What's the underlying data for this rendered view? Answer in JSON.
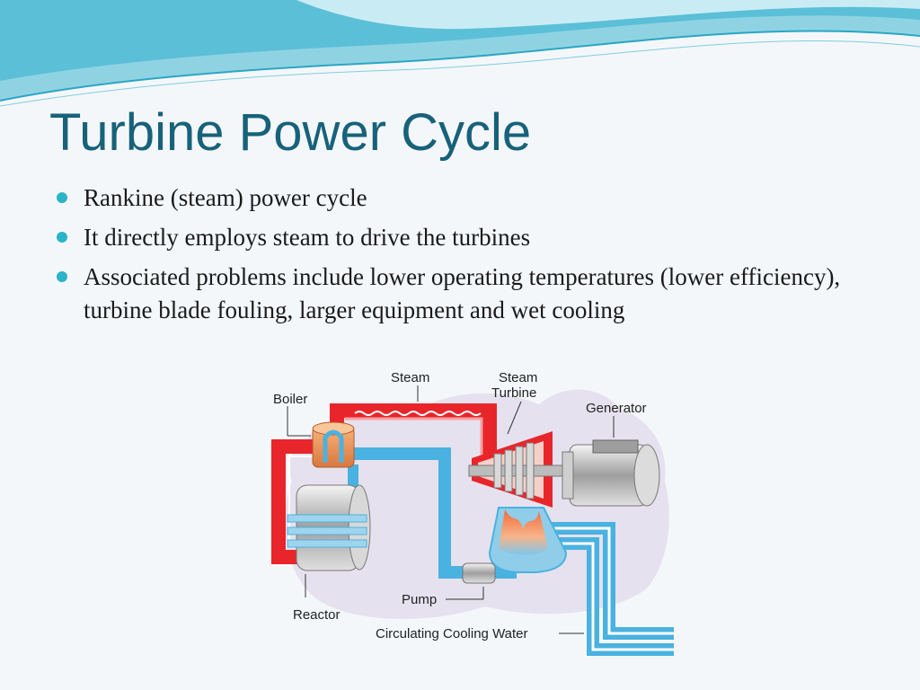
{
  "slide": {
    "title": "Turbine Power Cycle",
    "bullets": [
      {
        "text": "Rankine (steam) power cycle"
      },
      {
        "text": "It directly employs steam to drive the turbines"
      },
      {
        "text": "Associated problems include lower operating temperatures (lower efficiency), turbine blade fouling, larger equipment and wet cooling"
      }
    ]
  },
  "diagram": {
    "labels": {
      "steam": "Steam",
      "steam_turbine_line1": "Steam",
      "steam_turbine_line2": "Turbine",
      "boiler": "Boiler",
      "generator": "Generator",
      "pump": "Pump",
      "reactor": "Reactor",
      "cooling_water": "Circulating Cooling Water"
    }
  },
  "colors": {
    "title": "#17627a",
    "bullet": "#2bb3c8",
    "steam_pipe": "#e8252b",
    "water_pipe": "#4ab2e0",
    "background_cloud": "#e6e1ef"
  }
}
